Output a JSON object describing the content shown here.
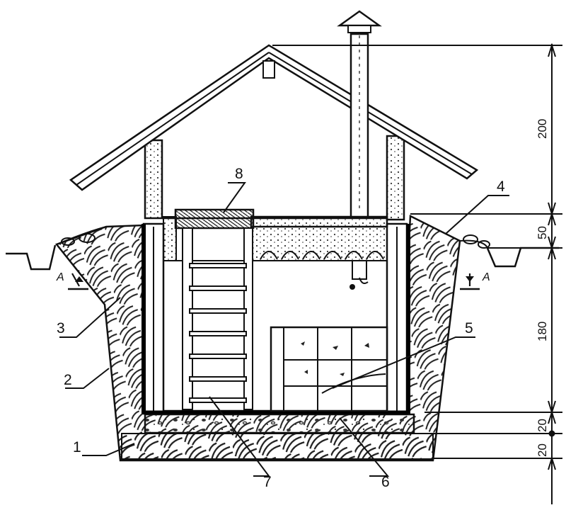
{
  "labels": {
    "n1": "1",
    "n2": "2",
    "n3": "3",
    "n4": "4",
    "n5": "5",
    "n6": "6",
    "n7": "7",
    "n8": "8"
  },
  "dimensions": {
    "roof_height": "200",
    "floor_slab": "50",
    "cellar_depth": "180",
    "concrete_floor": "20",
    "gravel_base": "20"
  },
  "section_mark": "A"
}
